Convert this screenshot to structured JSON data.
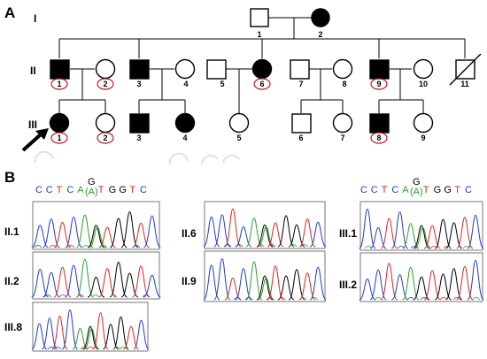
{
  "panels": {
    "a": "A",
    "b": "B"
  },
  "generations": {
    "i": "I",
    "ii": "II",
    "iii": "III"
  },
  "members": {
    "i1": "1",
    "i2": "2",
    "ii1": "1",
    "ii2": "2",
    "ii3": "3",
    "ii4": "4",
    "ii5": "5",
    "ii6": "6",
    "ii7": "7",
    "ii8": "8",
    "ii9": "9",
    "ii10": "10",
    "ii11": "11",
    "iii1": "1",
    "iii2": "2",
    "iii3": "3",
    "iii4": "4",
    "iii5": "5",
    "iii6": "6",
    "iii7": "7",
    "iii8": "8",
    "iii9": "9"
  },
  "sequence": {
    "bases": [
      "C",
      "C",
      "T",
      "C",
      "A",
      "G",
      "T",
      "G",
      "G",
      "T",
      "C"
    ],
    "variant": "(A)"
  },
  "base_colors": {
    "A": "#2ca02c",
    "C": "#1f3fbf",
    "G": "#000000",
    "T": "#d62728"
  },
  "traces": {
    "ii1": "II.1",
    "ii2": "II.2",
    "iii8": "III.8",
    "ii6": "II.6",
    "ii9": "II.9",
    "iii1": "III.1",
    "iii2": "III.2"
  }
}
